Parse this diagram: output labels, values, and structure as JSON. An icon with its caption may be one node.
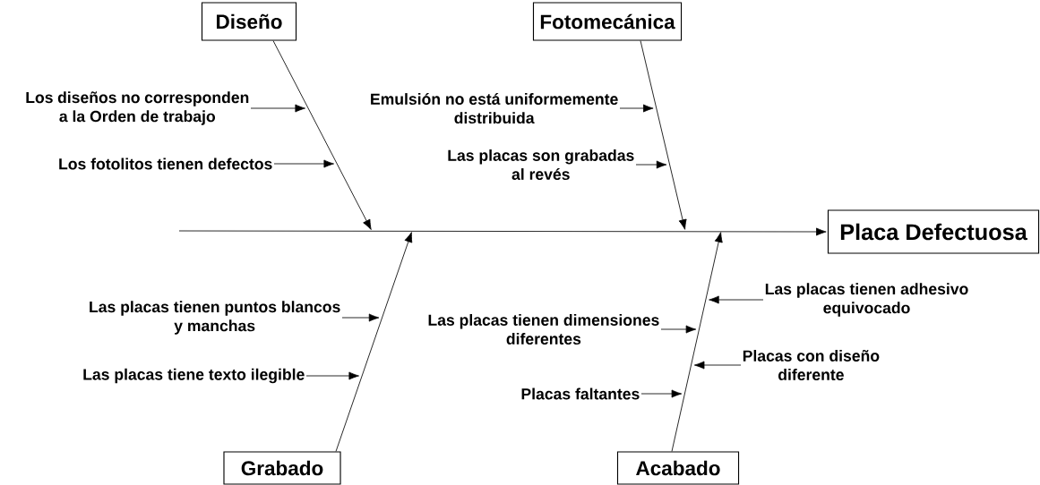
{
  "diagram": {
    "nodes": [
      {
        "text": [
          "Diseño"
        ]
      },
      {
        "text": [
          "Fotomecánica"
        ]
      },
      {
        "text": [
          "Grabado"
        ]
      },
      {
        "text": [
          "Acabado"
        ]
      },
      {
        "text": [
          "Placa Defectuosa"
        ]
      },
      {
        "text": [
          "Los diseños no corresponden a la Orden de trabajo"
        ]
      },
      {
        "text": [
          "Los fotolitos tienen defectos"
        ]
      },
      {
        "text": [
          "Emulsión no está uniformemente distribuida"
        ]
      },
      {
        "text": [
          "Las placas son grabadas al revés"
        ]
      },
      {
        "text": [
          "Las placas tienen puntos blancos y manchas"
        ]
      },
      {
        "text": [
          "Las placas tiene texto ilegible"
        ]
      },
      {
        "text": [
          "Las placas tienen dimensiones diferentes"
        ]
      },
      {
        "text": [
          "Placas faltantes"
        ]
      },
      {
        "text": [
          "Las placas tienen adhesivo equivocado"
        ]
      },
      {
        "text": [
          "Placas con diseño diferente"
        ]
      }
    ],
    "edges": [
      {
        "from": null,
        "to": 4,
        "arrow": "to"
      },
      {
        "from": 0,
        "to": null,
        "arrow": "to"
      },
      {
        "from": 1,
        "to": null,
        "arrow": "to"
      },
      {
        "from": 2,
        "to": null,
        "arrow": "to"
      },
      {
        "from": 3,
        "to": null,
        "arrow": "to"
      },
      {
        "from": 5,
        "to": null,
        "arrow": "to"
      },
      {
        "from": 6,
        "to": null,
        "arrow": "to"
      },
      {
        "from": 7,
        "to": null,
        "arrow": "to"
      },
      {
        "from": 8,
        "to": null,
        "arrow": "to"
      },
      {
        "from": 9,
        "to": null,
        "arrow": "to"
      },
      {
        "from": 10,
        "to": null,
        "arrow": "to"
      },
      {
        "from": 11,
        "to": null,
        "arrow": "to"
      },
      {
        "from": 12,
        "to": null,
        "arrow": "to"
      },
      {
        "from": 13,
        "to": null,
        "arrow": "to"
      },
      {
        "from": 14,
        "to": null,
        "arrow": "to"
      }
    ]
  }
}
